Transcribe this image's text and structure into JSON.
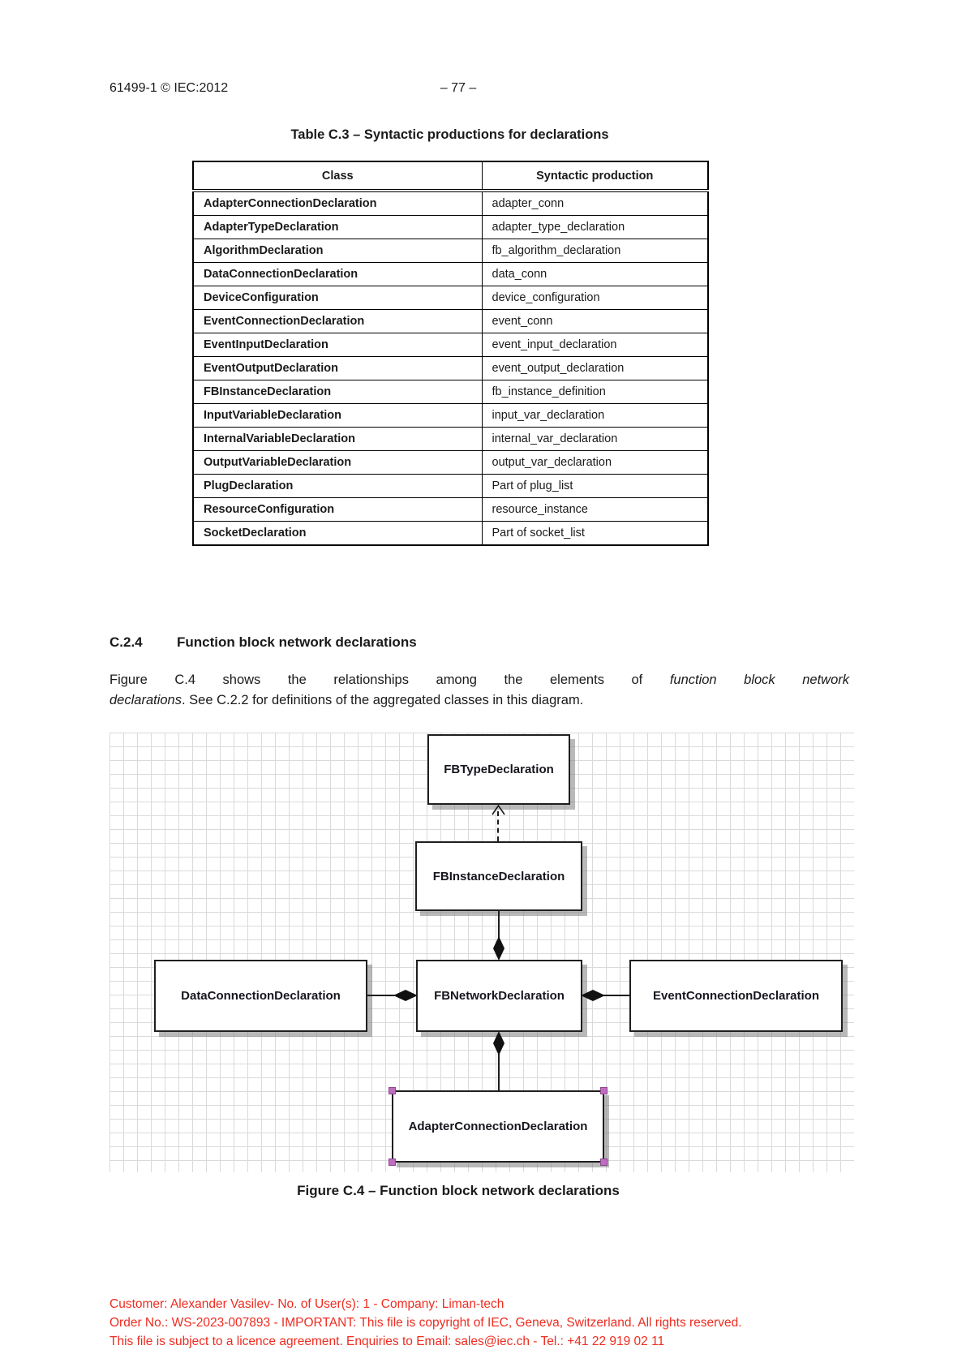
{
  "header": {
    "left": "61499-1 © IEC:2012",
    "page_number": "– 77 –"
  },
  "table": {
    "title": "Table C.3 – Syntactic productions for declarations",
    "columns": [
      "Class",
      "Syntactic production"
    ],
    "rows": [
      {
        "class": "AdapterConnectionDeclaration",
        "production": "adapter_conn"
      },
      {
        "class": "AdapterTypeDeclaration",
        "production": "adapter_type_declaration"
      },
      {
        "class": "AlgorithmDeclaration",
        "production": "fb_algorithm_declaration"
      },
      {
        "class": "DataConnectionDeclaration",
        "production": "data_conn"
      },
      {
        "class": "DeviceConfiguration",
        "production": "device_configuration"
      },
      {
        "class": "EventConnectionDeclaration",
        "production": "event_conn"
      },
      {
        "class": "EventInputDeclaration",
        "production": "event_input_declaration"
      },
      {
        "class": "EventOutputDeclaration",
        "production": "event_output_declaration"
      },
      {
        "class": "FBInstanceDeclaration",
        "production": "fb_instance_definition"
      },
      {
        "class": "InputVariableDeclaration",
        "production": "input_var_declaration"
      },
      {
        "class": "InternalVariableDeclaration",
        "production": "internal_var_declaration"
      },
      {
        "class": "OutputVariableDeclaration",
        "production": "output_var_declaration"
      },
      {
        "class": "PlugDeclaration",
        "production": "Part of plug_list"
      },
      {
        "class": "ResourceConfiguration",
        "production": "resource_instance"
      },
      {
        "class": "SocketDeclaration",
        "production": "Part of socket_list"
      }
    ]
  },
  "section": {
    "number": "C.2.4",
    "title": "Function block network declarations",
    "para_line1_pre": "Figure C.4 shows the relationships among the elements of ",
    "para_line1_italic": "function block network",
    "para_line2_italic": "declarations",
    "para_line2_rest": ". See C.2.2 for definitions of the aggregated classes in this diagram."
  },
  "figure": {
    "caption": "Figure C.4 – Function block network declarations",
    "nodes": {
      "fb_type": "FBTypeDeclaration",
      "fb_instance": "FBInstanceDeclaration",
      "data_conn": "DataConnectionDeclaration",
      "fb_network": "FBNetworkDeclaration",
      "event_conn": "EventConnectionDeclaration",
      "adapter_conn": "AdapterConnectionDeclaration"
    }
  },
  "footer": {
    "line1": "Customer: Alexander Vasilev- No. of User(s): 1 - Company: Liman-tech",
    "line2": "Order No.: WS-2023-007893 - IMPORTANT: This file is copyright of IEC, Geneva, Switzerland. All rights reserved.",
    "line3": "This file is subject to a licence agreement. Enquiries to Email: sales@iec.ch - Tel.: +41 22 919 02 11"
  },
  "colors": {
    "footer_red": "#ee2c20",
    "selection_handle_purple": "#c06cc0",
    "grid_line": "#dadada"
  }
}
